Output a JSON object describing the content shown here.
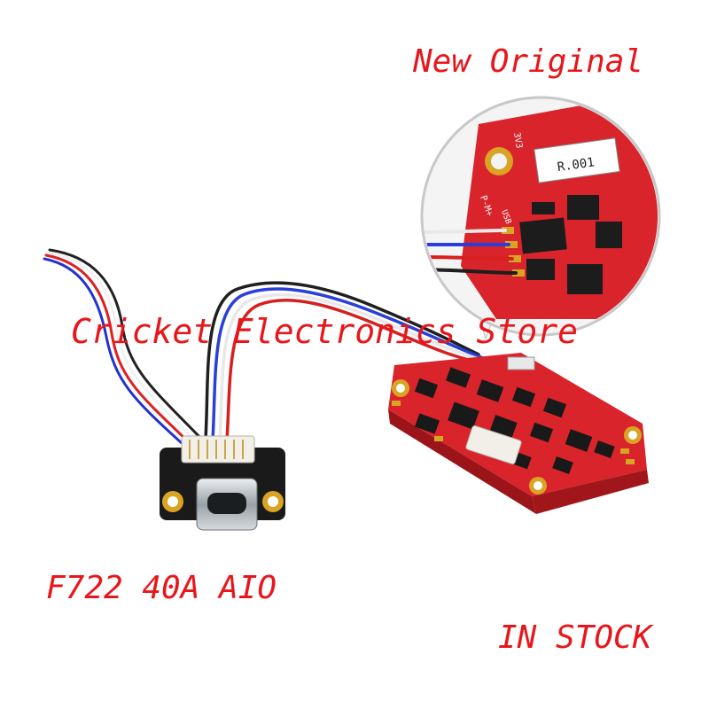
{
  "overlay": {
    "new_original": "New Original",
    "store_name": "Cricket Electronics Store",
    "model": "F722 40A AIO",
    "stock": "IN STOCK"
  },
  "pcb_labels": {
    "tag": "R.001",
    "silk_top": "3V3",
    "silk_left": "P-M+",
    "silk_pin": "USB"
  },
  "colors": {
    "text_accent": "#e8161b",
    "board_red": "#d8242a",
    "gold_pad": "#d9a323",
    "usb_board": "#1a1a1a"
  }
}
